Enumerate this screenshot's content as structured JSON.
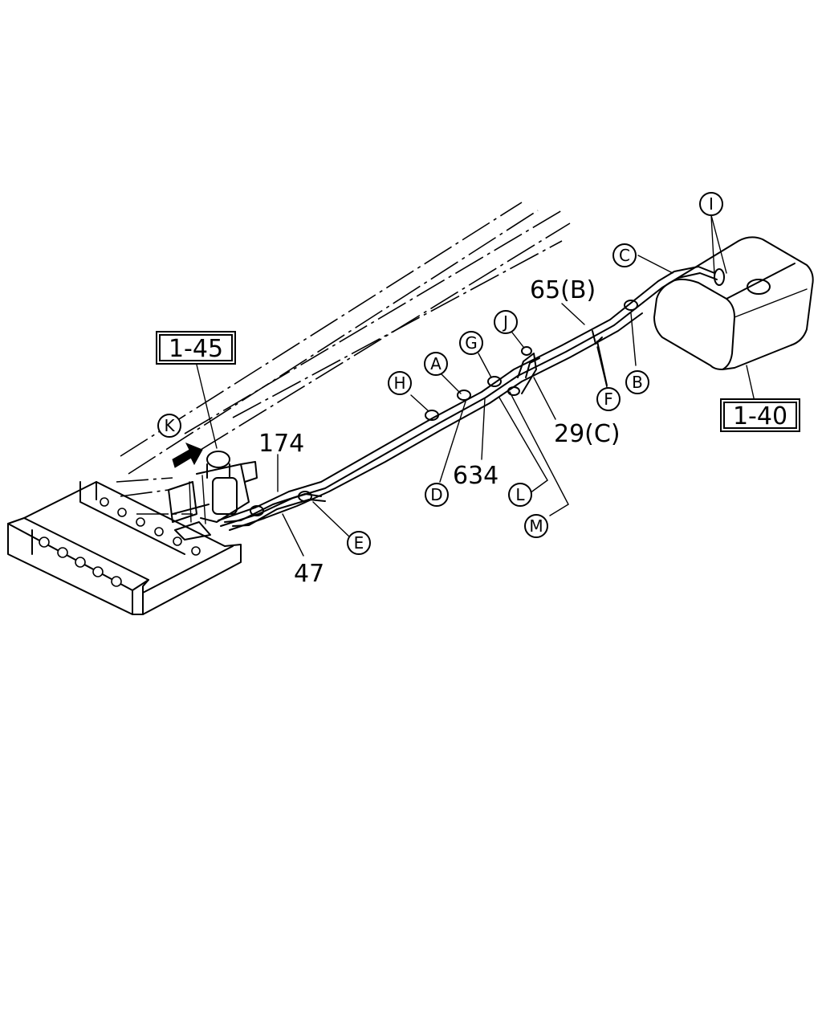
{
  "reference_boxes": [
    {
      "id": "ref-1-45",
      "label": "1-45"
    },
    {
      "id": "ref-1-40",
      "label": "1-40"
    }
  ],
  "part_numbers": [
    {
      "id": "pn-174",
      "label": "174"
    },
    {
      "id": "pn-47",
      "label": "47"
    },
    {
      "id": "pn-634",
      "label": "634"
    },
    {
      "id": "pn-65b",
      "label": "65(B)"
    },
    {
      "id": "pn-29c",
      "label": "29(C)"
    }
  ],
  "callouts": [
    {
      "id": "A",
      "label": "A"
    },
    {
      "id": "B",
      "label": "B"
    },
    {
      "id": "C",
      "label": "C"
    },
    {
      "id": "D",
      "label": "D"
    },
    {
      "id": "E",
      "label": "E"
    },
    {
      "id": "F",
      "label": "F"
    },
    {
      "id": "G",
      "label": "G"
    },
    {
      "id": "H",
      "label": "H"
    },
    {
      "id": "I",
      "label": "I"
    },
    {
      "id": "J",
      "label": "J"
    },
    {
      "id": "K",
      "label": "K"
    },
    {
      "id": "L",
      "label": "L"
    },
    {
      "id": "M",
      "label": "M"
    }
  ]
}
